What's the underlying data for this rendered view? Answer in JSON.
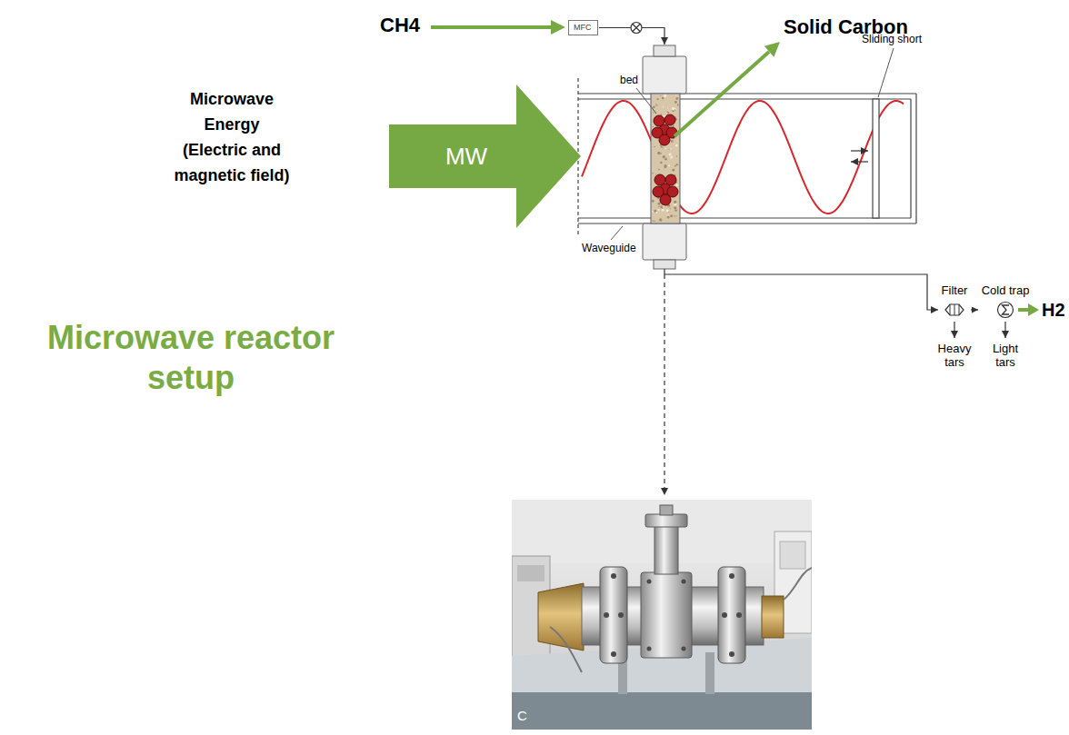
{
  "diagram": {
    "title": "Microwave reactor setup",
    "nodes": [
      {
        "text": [
          "MFC"
        ]
      },
      {
        "text": [
          "MW"
        ]
      },
      {
        "text": [
          "Filter"
        ]
      },
      {
        "text": [
          "Cold trap"
        ]
      }
    ],
    "edges": [
      {
        "from": 2,
        "to": 3,
        "arrow": "to"
      }
    ],
    "labels": [
      "CH4",
      "Solid Carbon",
      "Sliding short",
      "bed",
      "Microwave Energy",
      "(Electric and magnetic field)",
      "Waveguide",
      "H2",
      "Heavy tars",
      "Light tars",
      "C"
    ]
  }
}
